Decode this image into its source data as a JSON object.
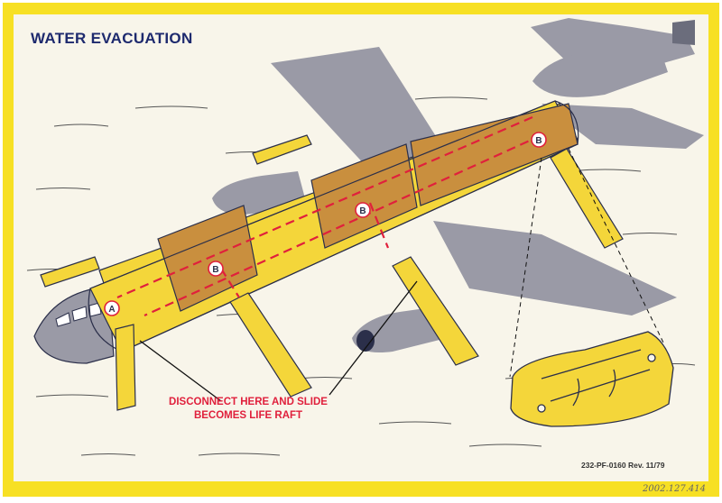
{
  "title": "WATER EVACUATION",
  "caption_line1": "DISCONNECT HERE AND SLIDE",
  "caption_line2": "BECOMES LIFE RAFT",
  "exit_labels": {
    "a": "A",
    "b": "B"
  },
  "form_code": "232-PF-0160 Rev. 11/79",
  "accession_number": "2002.127.414",
  "colors": {
    "frame": "#f7e024",
    "paper": "#f8f5ea",
    "fuselage_yellow": "#f4d63a",
    "fuselage_brown": "#c98f3e",
    "aircraft_gray": "#9a9aa6",
    "arrow_red": "#e0203c",
    "title_navy": "#1e2a6e"
  }
}
